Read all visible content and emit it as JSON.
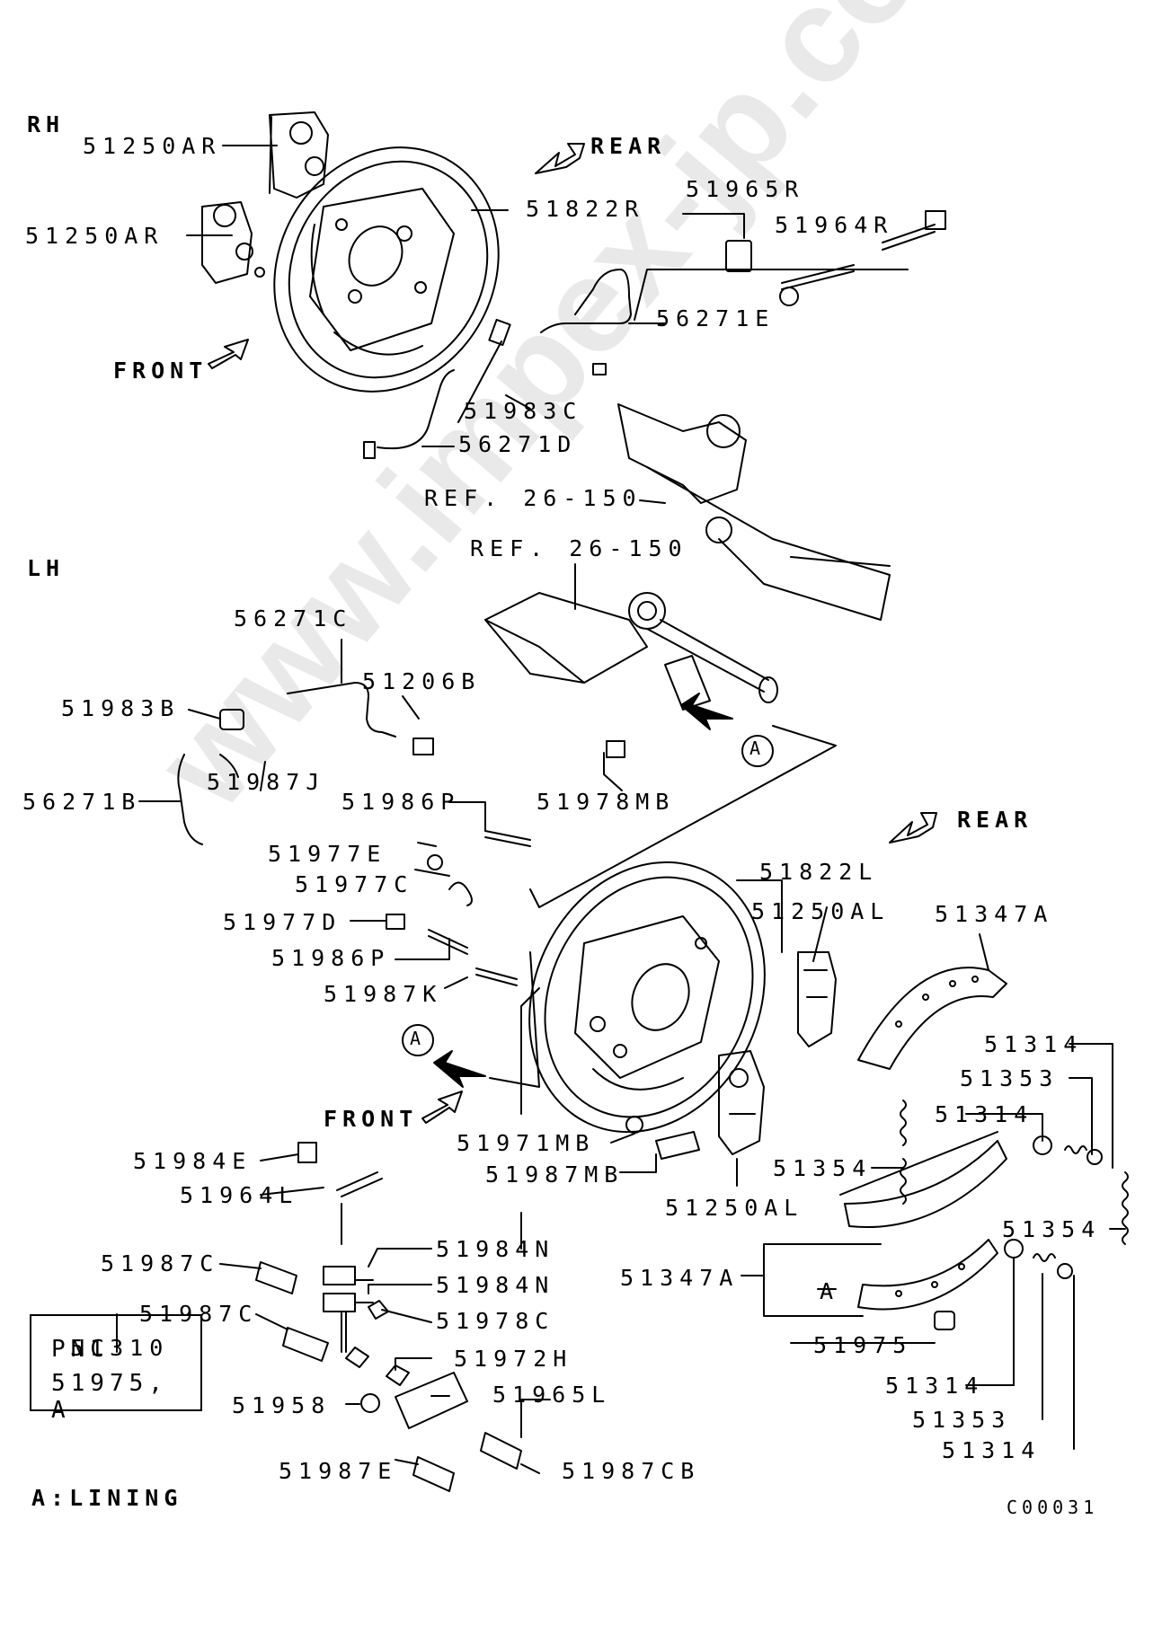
{
  "sections": {
    "rh": "RH",
    "lh": "LH"
  },
  "directions": {
    "rh_rear": "REAR",
    "rh_front": "FRONT",
    "lh_rear": "REAR",
    "lh_front": "FRONT"
  },
  "callout_marker": "A",
  "watermark": "www.impex-jp.com",
  "labels": {
    "p51250ar_top": "51250AR",
    "p51250ar_bottom": "51250AR",
    "p51822r": "51822R",
    "p51965r": "51965R",
    "p51964r": "51964R",
    "p56271e": "56271E",
    "p51983c": "51983C",
    "p56271d": "56271D",
    "ref_rh": "REF. 26-150",
    "ref_lh": "REF. 26-150",
    "p56271c": "56271C",
    "p51206b": "51206B",
    "p51983b": "51983B",
    "p56271b": "56271B",
    "p51987j": "51987J",
    "p51986p_top": "51986P",
    "p51978mb": "51978MB",
    "p51977e": "51977E",
    "p51977c": "51977C",
    "p51977d": "51977D",
    "p51986p_bottom": "51986P",
    "p51987k": "51987K",
    "p51822l": "51822L",
    "p51250al_top": "51250AL",
    "p51347a_top": "51347A",
    "p51314_1": "51314",
    "p51353_1": "51353",
    "p51314_2": "51314",
    "p51354_1": "51354",
    "p51354_2": "51354",
    "p51971mb": "51971MB",
    "p51987mb": "51987MB",
    "p51250al_bottom": "51250AL",
    "p51984e": "51984E",
    "p51964l": "51964L",
    "p51987c_1": "51987C",
    "p51984n_1": "51984N",
    "p51984n_2": "51984N",
    "p51987c_2": "51987C",
    "p51978c": "51978C",
    "p51310": "51310",
    "p51972h": "51972H",
    "p51958": "51958",
    "p51965l": "51965L",
    "p51987e": "51987E",
    "p51987cb": "51987CB",
    "p51347a_bottom": "51347A",
    "p51975": "51975",
    "p51314_3": "51314",
    "p51353_2": "51353",
    "p51314_4": "51314"
  },
  "pnc_box": {
    "line1": "PNC",
    "line2": "51975, A"
  },
  "legend": "A:LINING",
  "figure_code": "C00031"
}
